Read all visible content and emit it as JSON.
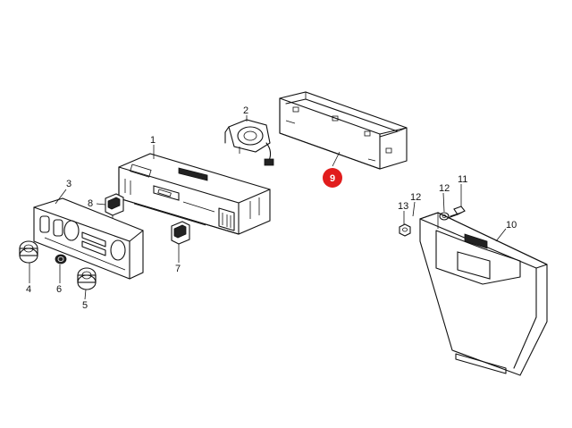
{
  "callouts": {
    "c1": "1",
    "c2": "2",
    "c3": "3",
    "c4": "4",
    "c5": "5",
    "c6": "6",
    "c7": "7",
    "c8": "8",
    "c9": "9",
    "c10": "10",
    "c11": "11",
    "c12": "12",
    "c13": "13"
  },
  "highlight": {
    "part": "9",
    "color": "#e11d1d"
  }
}
